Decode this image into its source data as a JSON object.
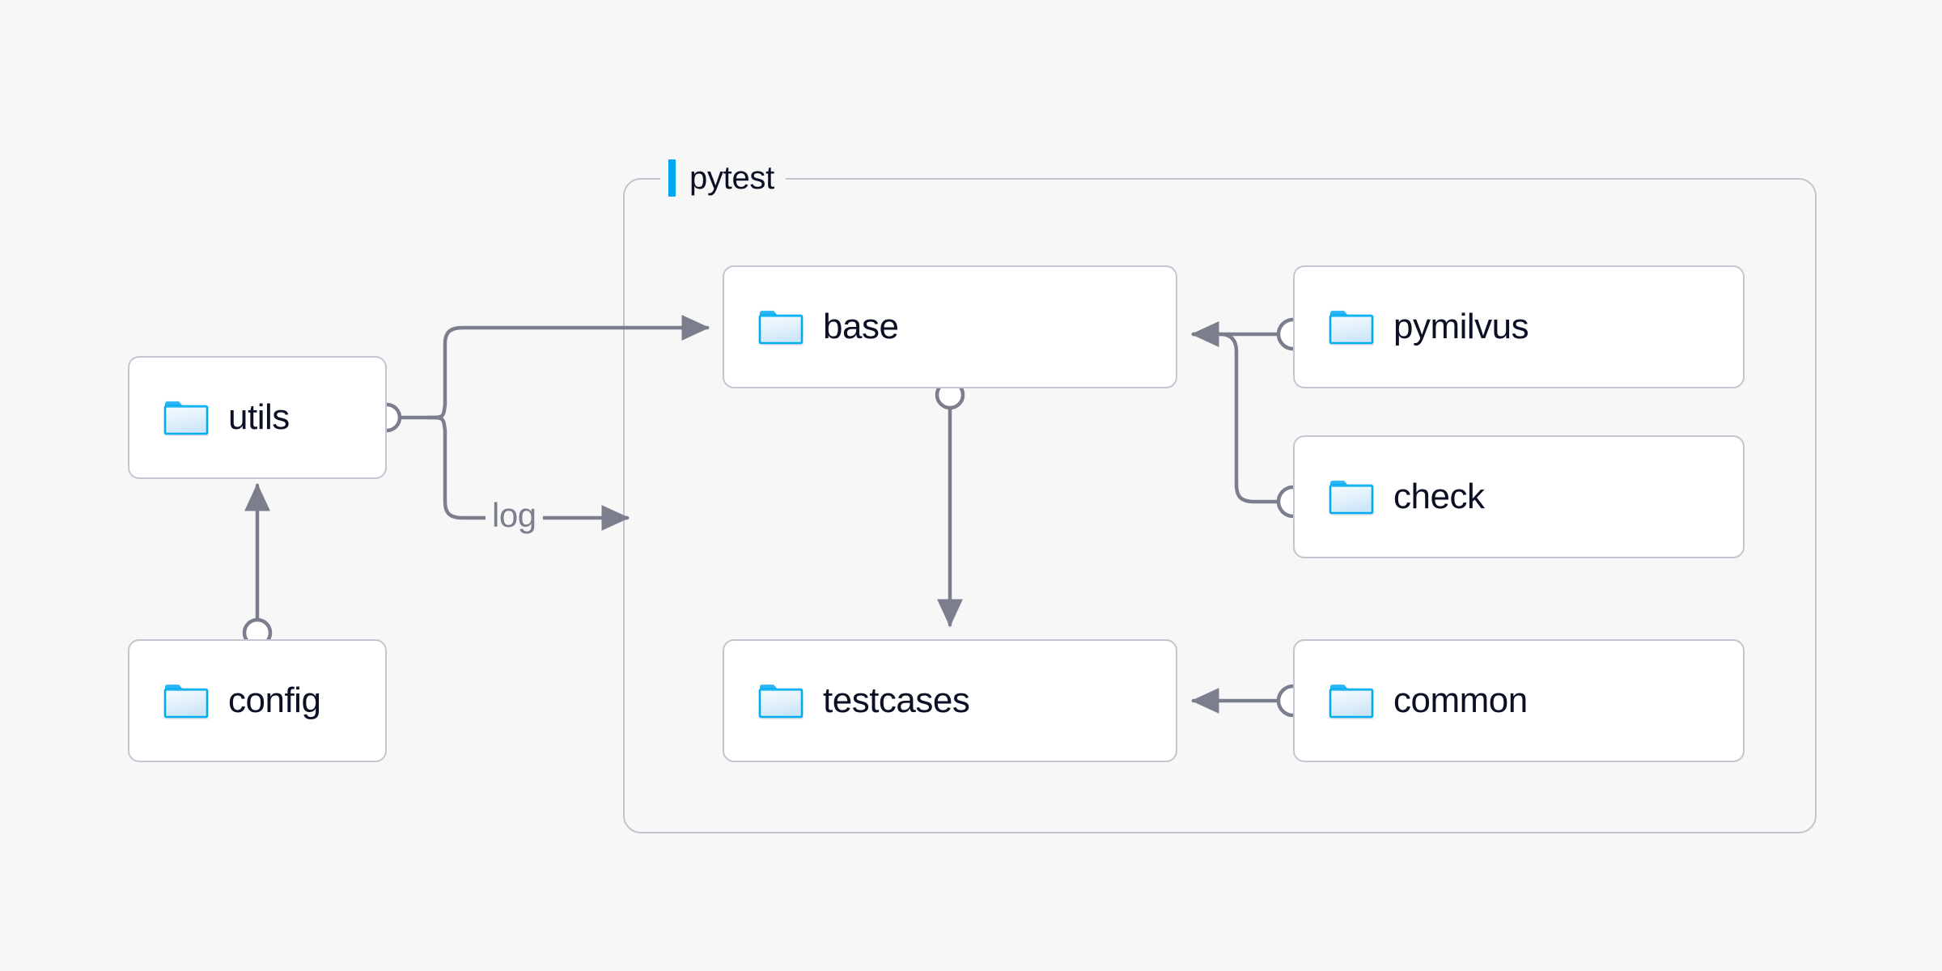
{
  "diagram": {
    "title_visible": false,
    "background_color": "#f7f7f8",
    "accent_color": "#00a8f0",
    "edge_color": "#7b7e8c",
    "node_border_color": "#c3c5d0",
    "text_color": "#0b1024"
  },
  "group": {
    "label": "pytest",
    "accent_color": "#00a8f0"
  },
  "nodes": {
    "utils": {
      "label": "utils",
      "icon": "folder-icon"
    },
    "config": {
      "label": "config",
      "icon": "folder-icon"
    },
    "base": {
      "label": "base",
      "icon": "folder-icon"
    },
    "testcases": {
      "label": "testcases",
      "icon": "folder-icon"
    },
    "pymilvus": {
      "label": "pymilvus",
      "icon": "folder-icon"
    },
    "check": {
      "label": "check",
      "icon": "folder-icon"
    },
    "common": {
      "label": "common",
      "icon": "folder-icon"
    }
  },
  "edges": [
    {
      "id": "config-utils",
      "from": "config",
      "to": "utils",
      "label": ""
    },
    {
      "id": "utils-base",
      "from": "utils",
      "to": "base",
      "label": ""
    },
    {
      "id": "utils-log",
      "from": "utils",
      "to": "pytest",
      "label": "log"
    },
    {
      "id": "base-testcases",
      "from": "base",
      "to": "testcases",
      "label": ""
    },
    {
      "id": "pymilvus-base",
      "from": "pymilvus",
      "to": "base",
      "label": ""
    },
    {
      "id": "check-base",
      "from": "check",
      "to": "base",
      "label": ""
    },
    {
      "id": "common-testcases",
      "from": "common",
      "to": "testcases",
      "label": ""
    }
  ],
  "edge_labels": {
    "log": "log",
    "log_arrow": "→"
  }
}
